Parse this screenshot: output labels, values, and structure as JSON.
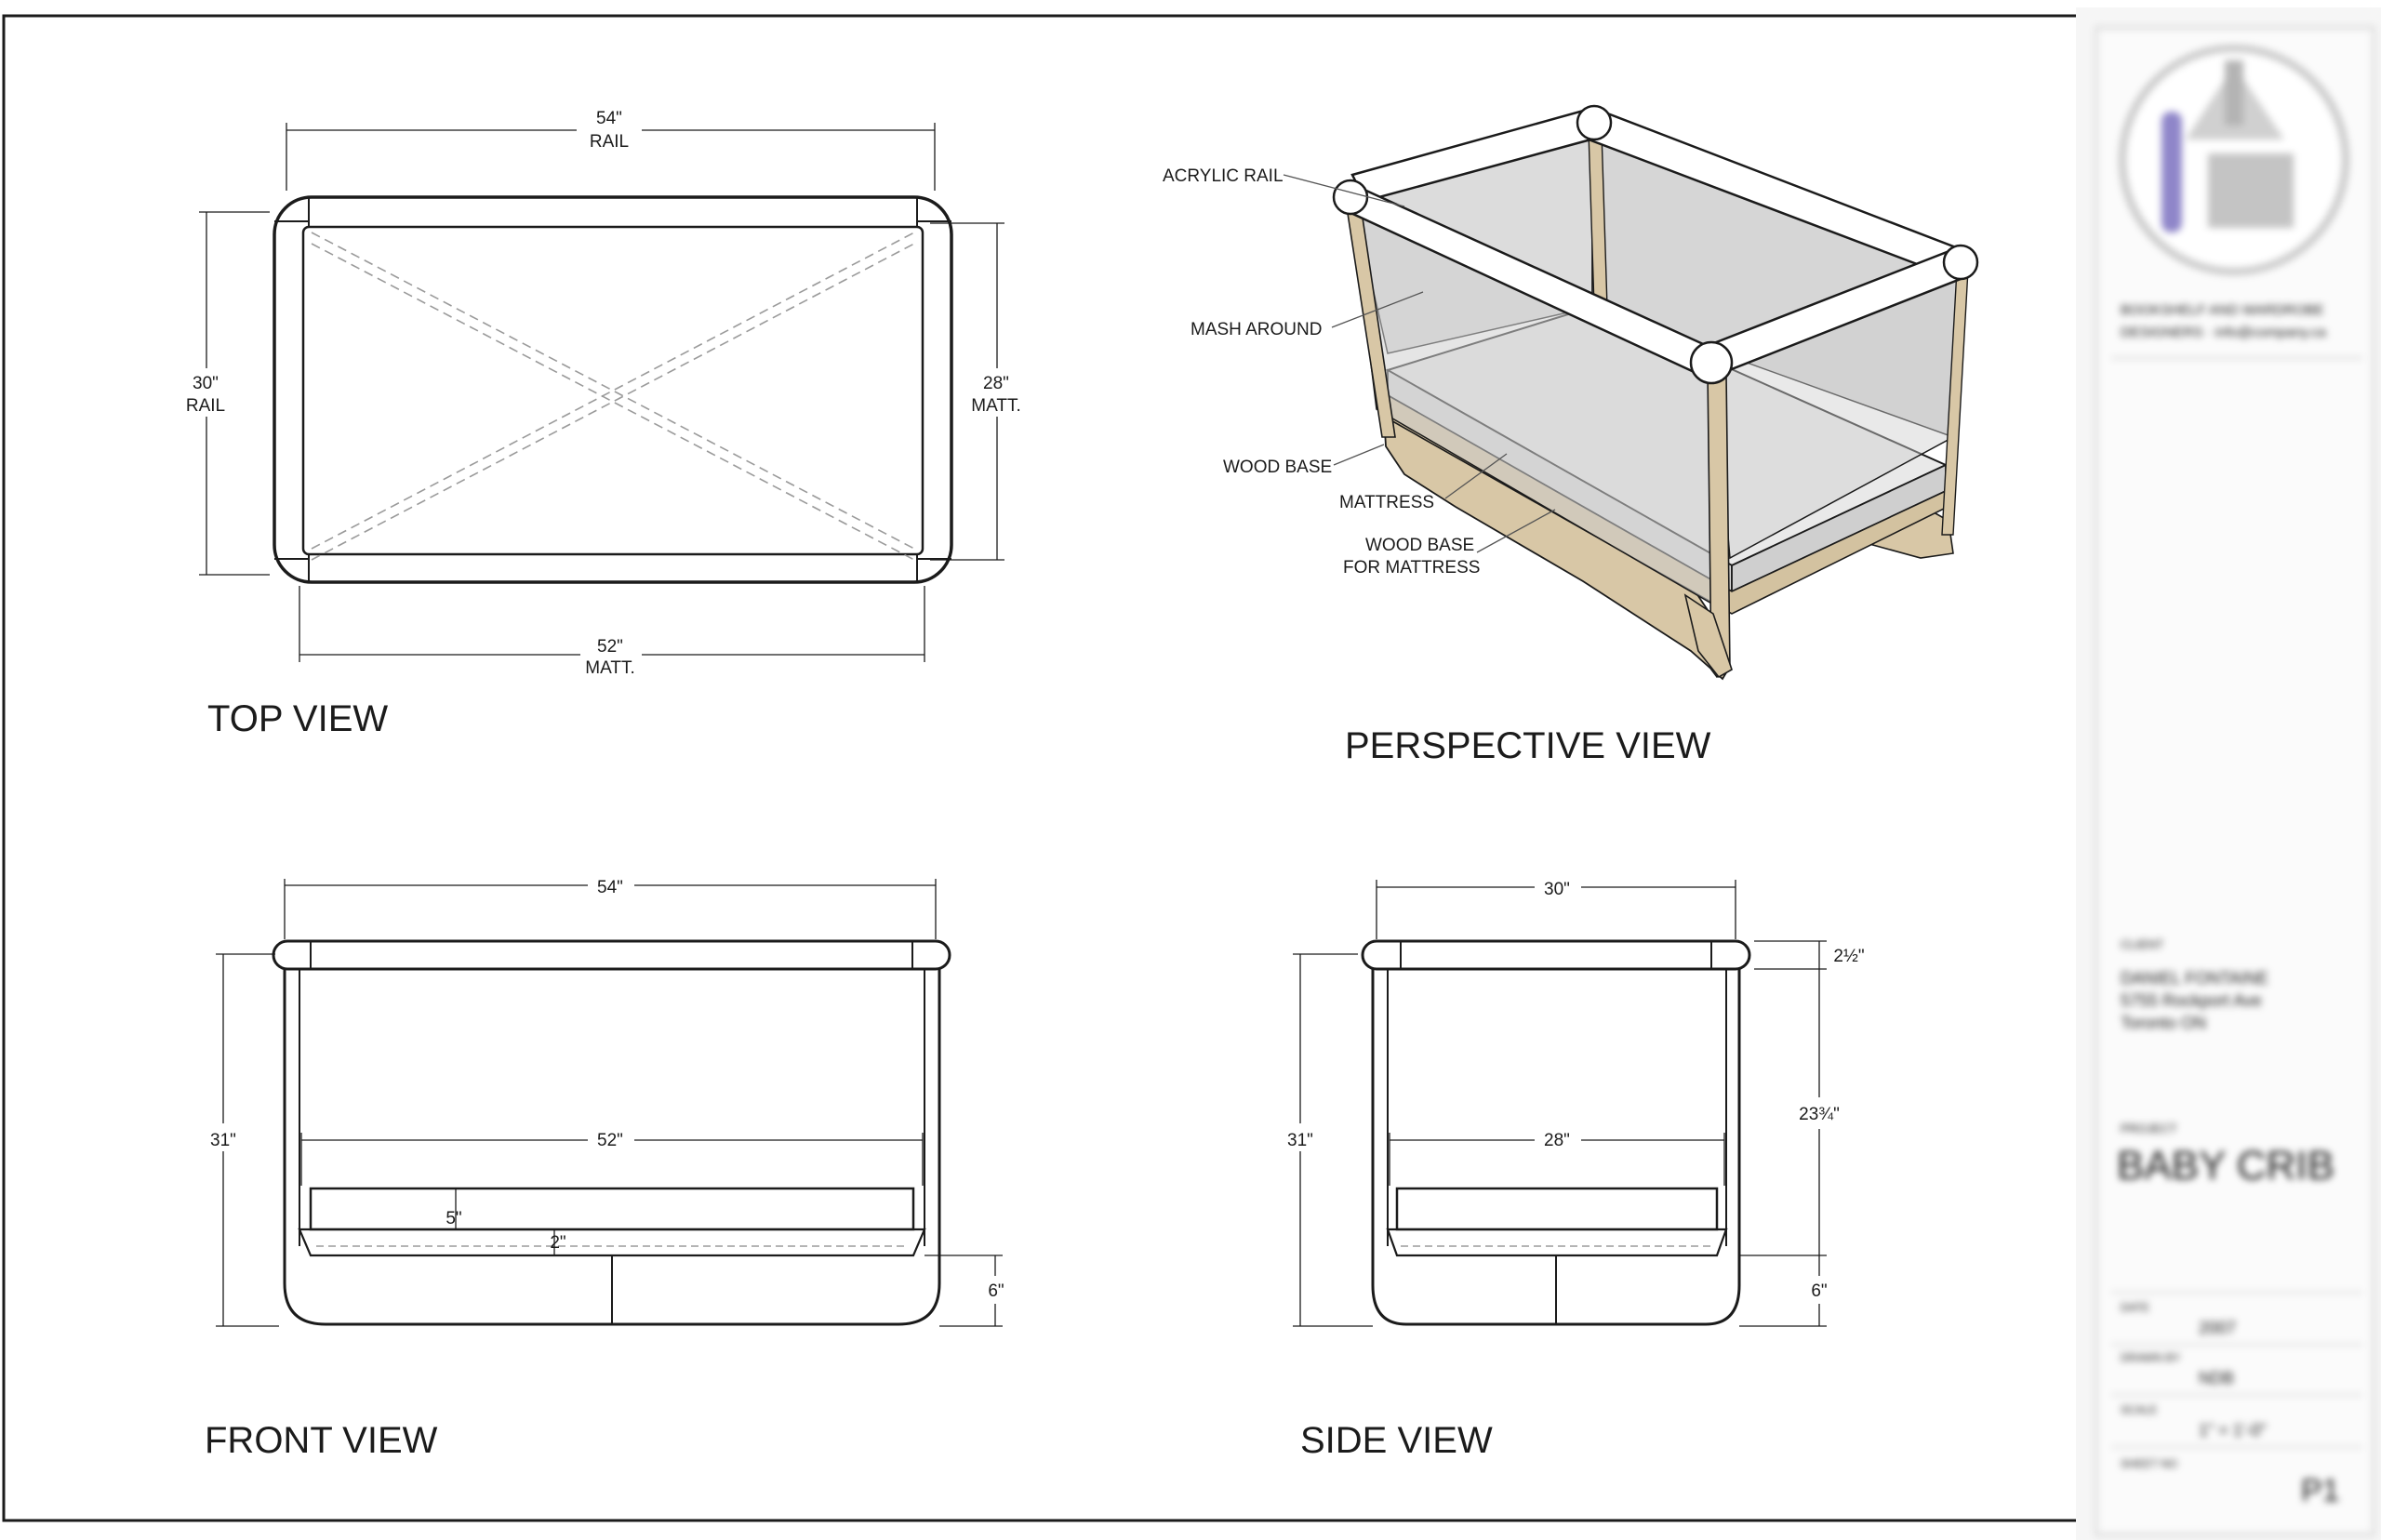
{
  "top_view": {
    "title": "TOP VIEW",
    "dim_length_value": "54\"",
    "dim_length_label": "RAIL",
    "dim_width_value": "30\"",
    "dim_width_label": "RAIL",
    "dim_matt_width_value": "28\"",
    "dim_matt_width_label": "MATT.",
    "dim_matt_length_value": "52\"",
    "dim_matt_length_label": "MATT."
  },
  "perspective_view": {
    "title": "PERSPECTIVE VIEW",
    "callouts": {
      "acrylic_rail": "ACRYLIC RAIL",
      "mash_around": "MASH AROUND",
      "wood_base": "WOOD BASE",
      "mattress": "MATTRESS",
      "wood_base_for_mattress_line1": "WOOD BASE",
      "wood_base_for_mattress_line2": "FOR MATTRESS"
    }
  },
  "front_view": {
    "title": "FRONT VIEW",
    "dim_length": "54\"",
    "dim_height": "31\"",
    "dim_matt_length": "52\"",
    "dim_mattress_thickness": "5\"",
    "dim_base_thickness": "2\"",
    "dim_leg_height": "6\""
  },
  "side_view": {
    "title": "SIDE VIEW",
    "dim_width": "30\"",
    "dim_height": "31\"",
    "dim_matt_width": "28\"",
    "dim_rail_height": "2½\"",
    "dim_panel_height": "23¾\"",
    "dim_leg_height": "6\""
  },
  "title_block": {
    "project_label": "PROJECT",
    "project_name": "BABY CRIB",
    "client_label": "CLIENT",
    "client_lines": [
      "DANIEL FONTAINE",
      "5755 Rockport Ave",
      "Toronto ON"
    ],
    "company_lines": [
      "BOOKSHELF AND WARDROBE",
      "DESIGNERS · info@company.ca"
    ],
    "date_label": "DATE",
    "date_value": "2007",
    "drawn_label": "DRAWN BY",
    "drawn_value": "NDB",
    "scale_label": "SCALE",
    "scale_value": "1\" = 1'-0\"",
    "sheet_label": "SHEET NO",
    "sheet_value": "P1"
  },
  "colors": {
    "line": "#1b1b1b",
    "mesh": "#d3d3d3",
    "wood": "#d8c7a6",
    "mattress": "#e9e9e9",
    "rail": "#ffffff"
  }
}
